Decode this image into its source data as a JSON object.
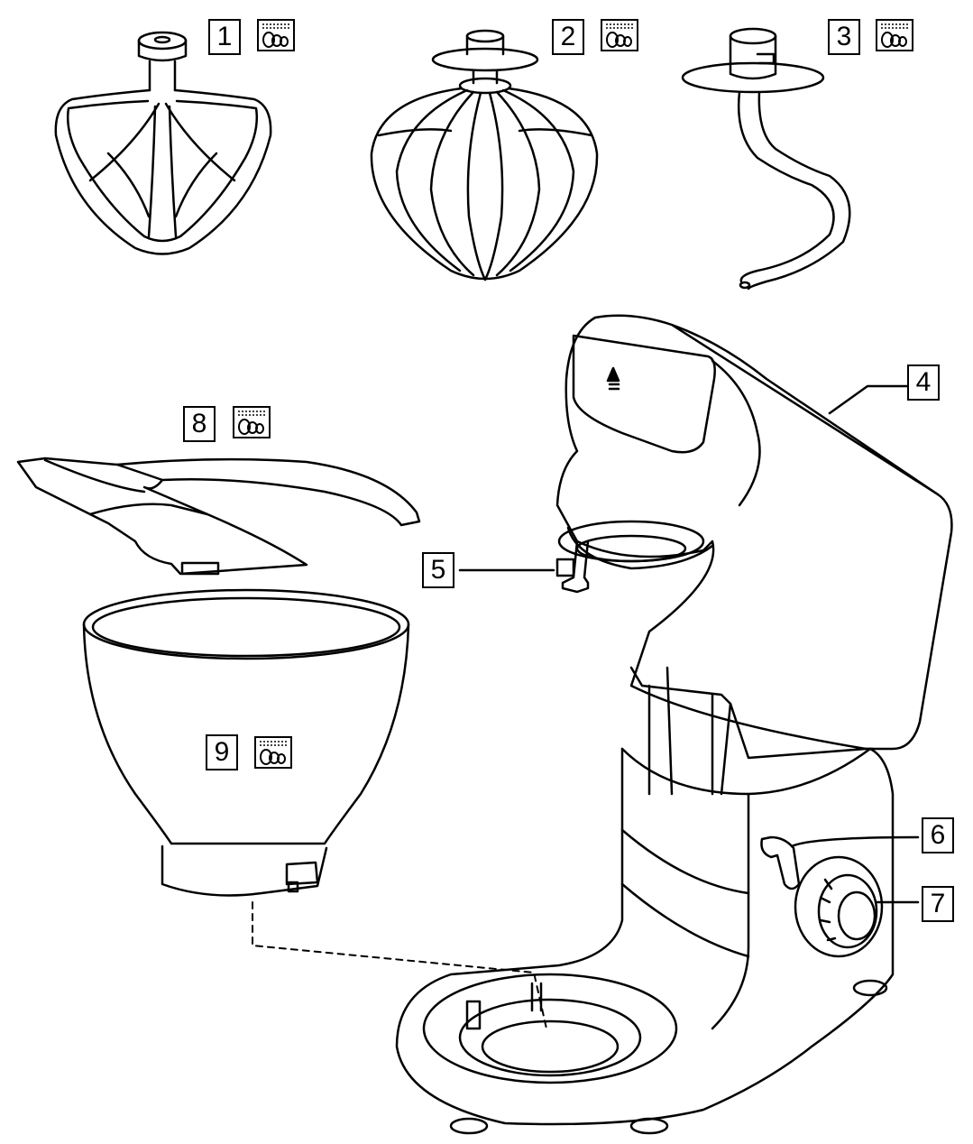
{
  "callouts": {
    "c1": "1",
    "c2": "2",
    "c3": "3",
    "c4": "4",
    "c5": "5",
    "c6": "6",
    "c7": "7",
    "c8": "8",
    "c9": "9"
  },
  "icons": {
    "dishwasher": "dishwasher-safe-icon"
  },
  "colors": {
    "line": "#000000",
    "background": "#ffffff"
  }
}
